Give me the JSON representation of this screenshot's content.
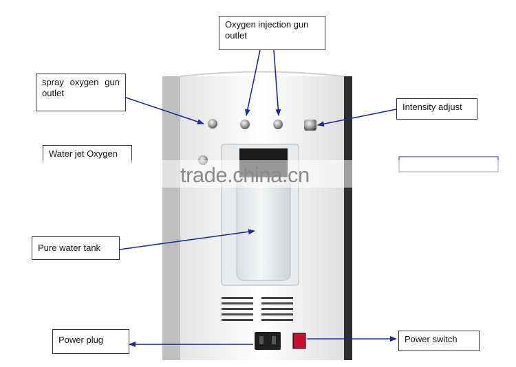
{
  "labels": {
    "oxygen_injection": "Oxygen injection gun outlet",
    "spray_outlet": "spray oxygen gun outlet",
    "intensity": "Intensity adjust",
    "water_jet": "Water jet Oxygen",
    "pure_water_tank": "Pure water tank",
    "power_plug": "Power plug",
    "power_switch": "Power switch"
  },
  "watermark": "trade.china.cn",
  "colors": {
    "arrow": "#1c2a9c",
    "device_body": "#f2f2f2",
    "background_dark": "#3a3a3a",
    "switch_red": "#c8102e"
  }
}
